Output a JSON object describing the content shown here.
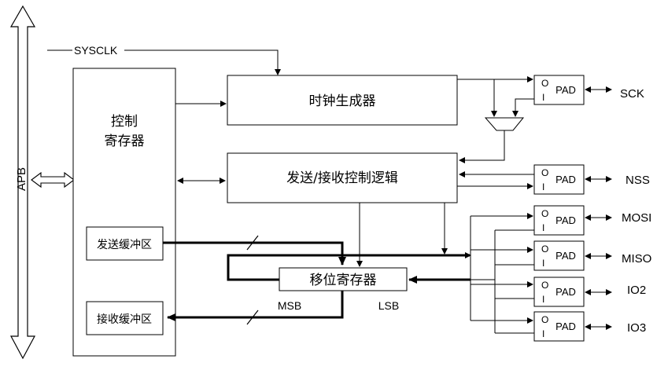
{
  "labels": {
    "apb": "APB",
    "sysclk": "SYSCLK",
    "control_reg": [
      "控制",
      "寄存器"
    ],
    "clock_gen": "时钟生成器",
    "txrx_logic": "发送/接收控制逻辑",
    "tx_buffer": "发送缓冲区",
    "rx_buffer": "接收缓冲区",
    "shift_reg": "移位寄存器",
    "msb": "MSB",
    "lsb": "LSB"
  },
  "pads": [
    {
      "pad": "PAD",
      "o": "O",
      "i": "I",
      "signal": "SCK"
    },
    {
      "pad": "PAD",
      "o": "O",
      "i": "I",
      "signal": "NSS"
    },
    {
      "pad": "PAD",
      "o": "O",
      "i": "I",
      "signal": "MOSI"
    },
    {
      "pad": "PAD",
      "o": "O",
      "i": "I",
      "signal": "MISO"
    },
    {
      "pad": "PAD",
      "o": "O",
      "i": "I",
      "signal": "IO2"
    },
    {
      "pad": "PAD",
      "o": "O",
      "i": "I",
      "signal": "IO3"
    }
  ]
}
